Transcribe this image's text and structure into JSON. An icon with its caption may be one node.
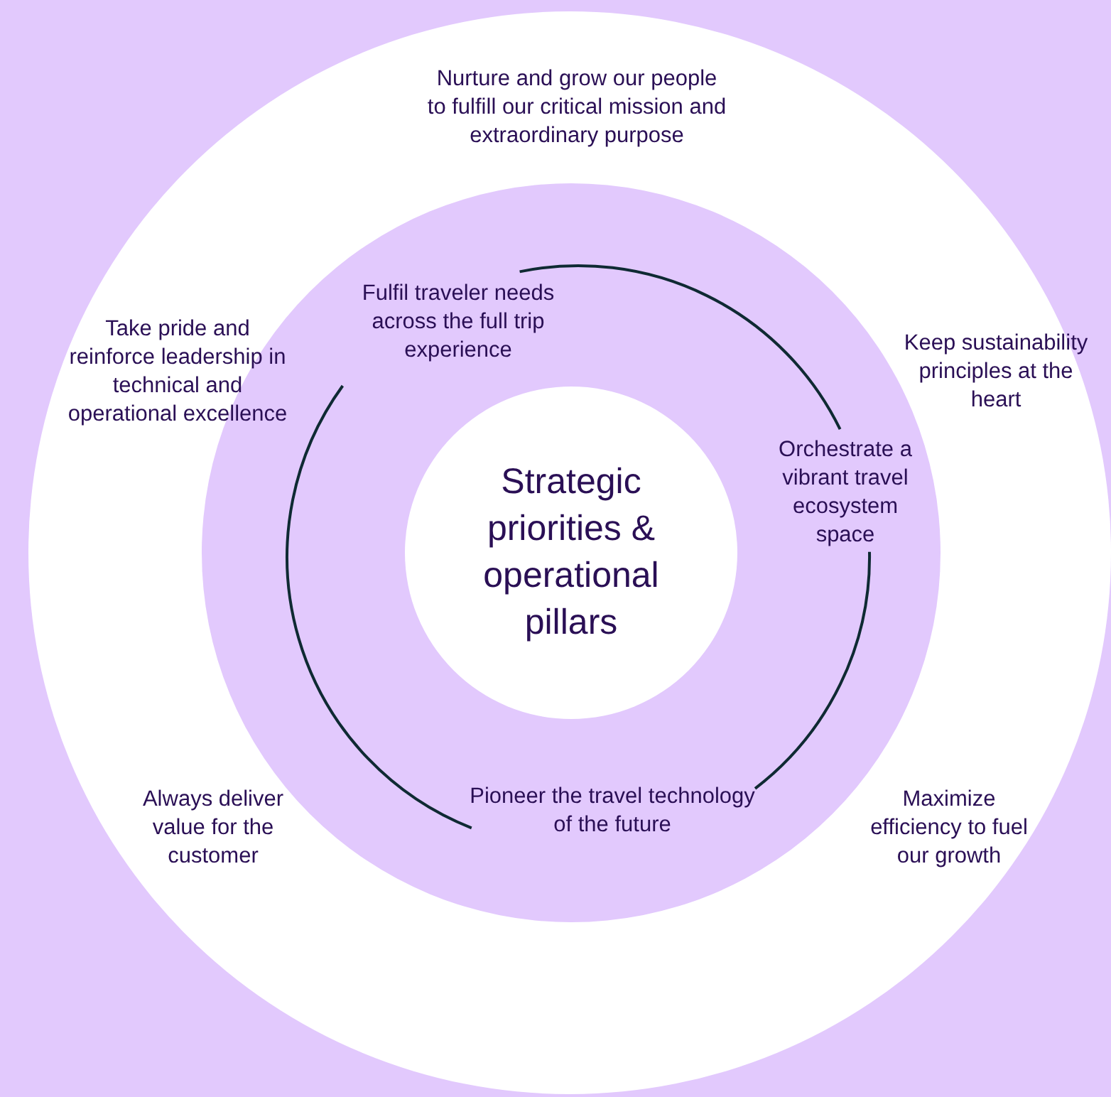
{
  "diagram": {
    "nodes": [
      {
        "text": [],
        "shape": "circle"
      },
      {
        "text": [],
        "shape": "circle",
        "in": 0
      },
      {
        "text": [
          "Strategic priorities & operational pillars"
        ],
        "in": 1
      },
      {
        "text": [
          "Nurture and grow our people to fulfill our critical mission and extraordinary purpose"
        ],
        "in": 0
      },
      {
        "text": [
          "Take pride and reinforce leadership in technical and operational excellence"
        ],
        "in": 0
      },
      {
        "text": [
          "Keep sustainability principles at the heart"
        ],
        "in": 0
      },
      {
        "text": [
          "Always deliver value for the customer"
        ],
        "in": 0
      },
      {
        "text": [
          "Maximize efficiency to fuel our growth"
        ],
        "in": 0
      },
      {
        "text": [
          "Fulfil traveler needs across the full trip experience"
        ],
        "in": 1
      },
      {
        "text": [
          "Orchestrate a vibrant travel ecosystem space"
        ],
        "in": 1
      },
      {
        "text": [
          "Pioneer the travel technology of the future"
        ],
        "in": 1
      }
    ],
    "edges": [
      {
        "from": 8,
        "to": 9,
        "arrow": "none"
      },
      {
        "from": 9,
        "to": 10,
        "arrow": "none"
      },
      {
        "from": 10,
        "to": 8,
        "arrow": "none"
      }
    ]
  }
}
